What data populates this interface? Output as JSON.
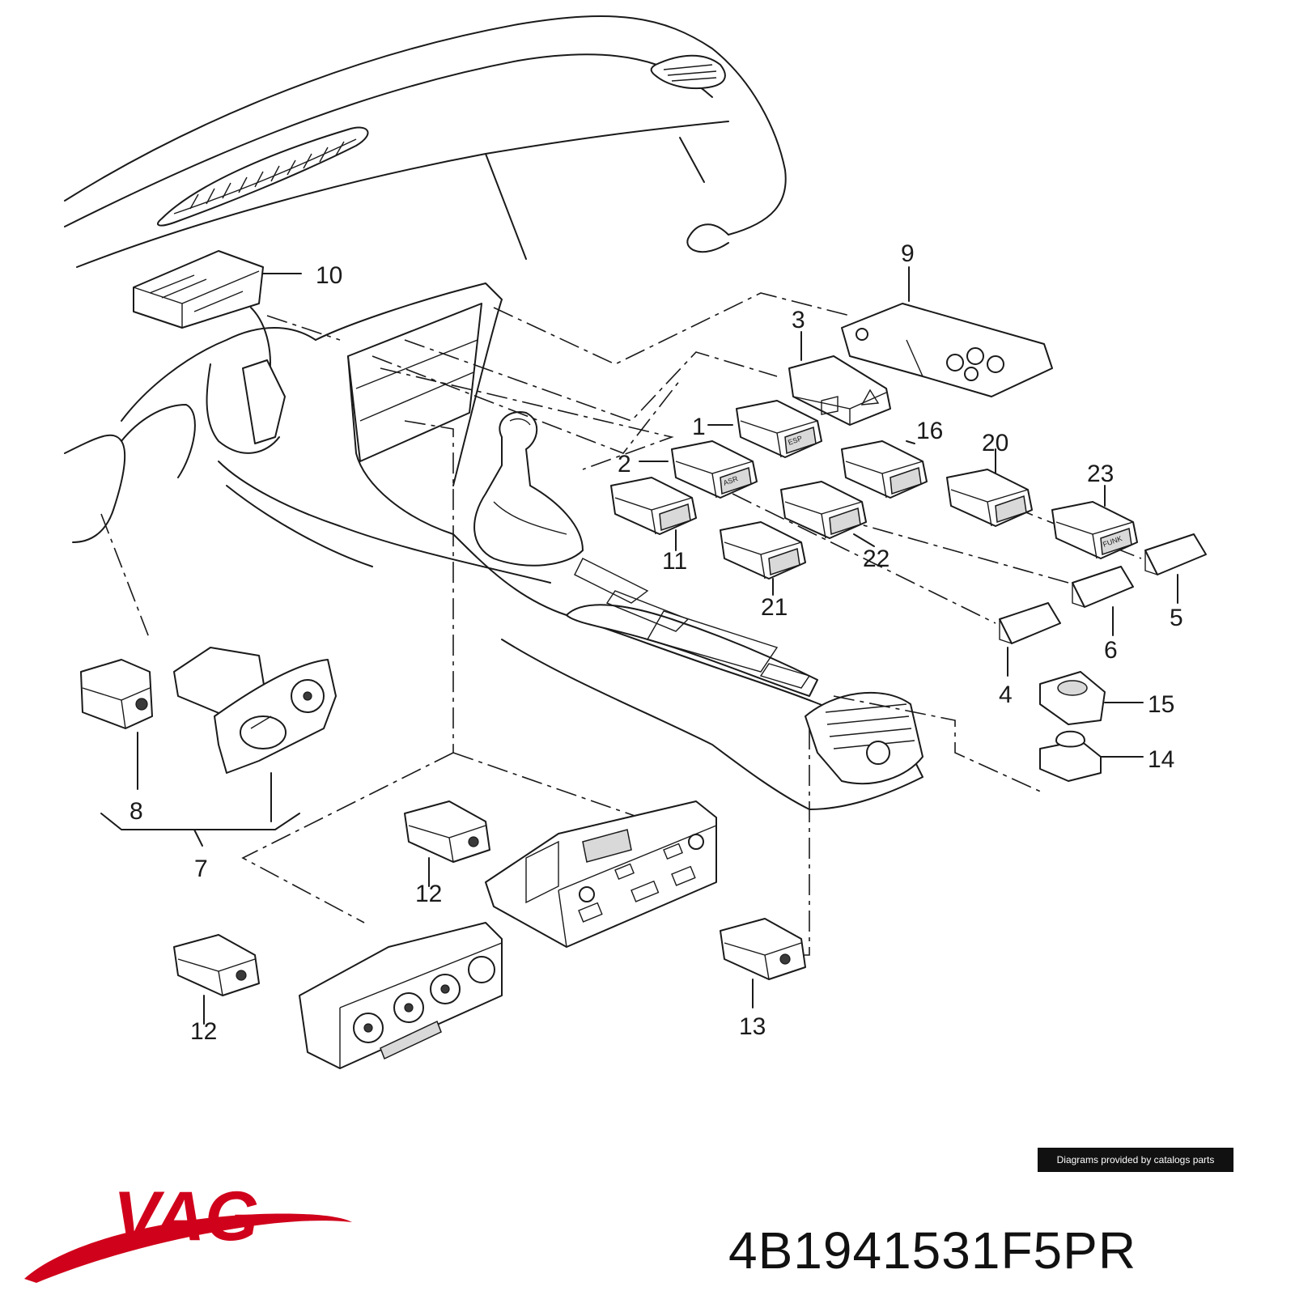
{
  "diagram": {
    "callouts": [
      {
        "id": "1",
        "label": "1"
      },
      {
        "id": "2",
        "label": "2"
      },
      {
        "id": "3",
        "label": "3"
      },
      {
        "id": "4",
        "label": "4"
      },
      {
        "id": "5",
        "label": "5"
      },
      {
        "id": "6",
        "label": "6"
      },
      {
        "id": "7",
        "label": "7"
      },
      {
        "id": "8",
        "label": "8"
      },
      {
        "id": "9",
        "label": "9"
      },
      {
        "id": "10",
        "label": "10"
      },
      {
        "id": "11",
        "label": "11"
      },
      {
        "id": "12a",
        "label": "12"
      },
      {
        "id": "12b",
        "label": "12"
      },
      {
        "id": "13",
        "label": "13"
      },
      {
        "id": "14",
        "label": "14"
      },
      {
        "id": "15",
        "label": "15"
      },
      {
        "id": "16",
        "label": "16"
      },
      {
        "id": "20",
        "label": "20"
      },
      {
        "id": "21",
        "label": "21"
      },
      {
        "id": "22",
        "label": "22"
      },
      {
        "id": "23",
        "label": "23"
      }
    ],
    "switch_labels": {
      "esp": "ESP",
      "asr": "ASR",
      "funk": "FUNK"
    }
  },
  "footer": {
    "credit": "Diagrams provided by catalogs parts",
    "brand": "VAG",
    "brand_color": "#d0021b",
    "part_number": "4B1941531F5PR"
  }
}
